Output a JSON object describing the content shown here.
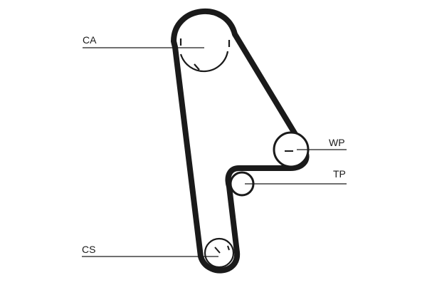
{
  "labels": {
    "ca": "CA",
    "wp": "WP",
    "tp": "TP",
    "cs": "CS"
  },
  "colors": {
    "ink": "#1a1a1a",
    "background": "#ffffff"
  }
}
